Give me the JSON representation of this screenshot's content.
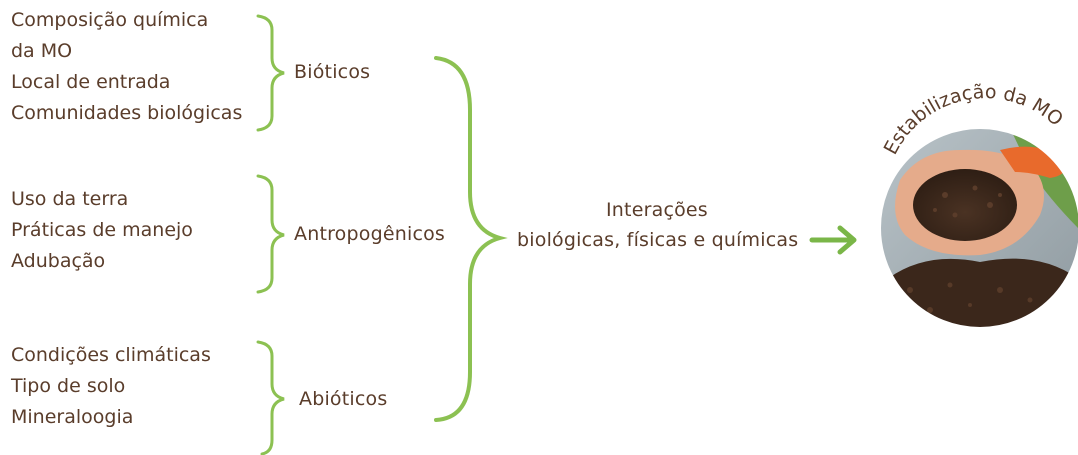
{
  "groups": [
    {
      "label": "Bióticos",
      "items": [
        "Composição química",
        "da MO",
        "Local de entrada",
        "Comunidades biológicas"
      ]
    },
    {
      "label": "Antropogênicos",
      "items": [
        "Uso da terra",
        "Práticas de manejo",
        "Adubação"
      ]
    },
    {
      "label": "Abióticos",
      "items": [
        "Condições climáticas",
        "Tipo de solo",
        "Mineraloogia"
      ]
    }
  ],
  "interaction": {
    "line1": "Interações",
    "line2": "biológicas, físicas e químicas"
  },
  "result": {
    "label": "Estabilização da MO",
    "image": "hands-holding-soil"
  },
  "colors": {
    "text": "#5a3d2b",
    "brace": "#8cc152",
    "arrow": "#7ab648"
  }
}
